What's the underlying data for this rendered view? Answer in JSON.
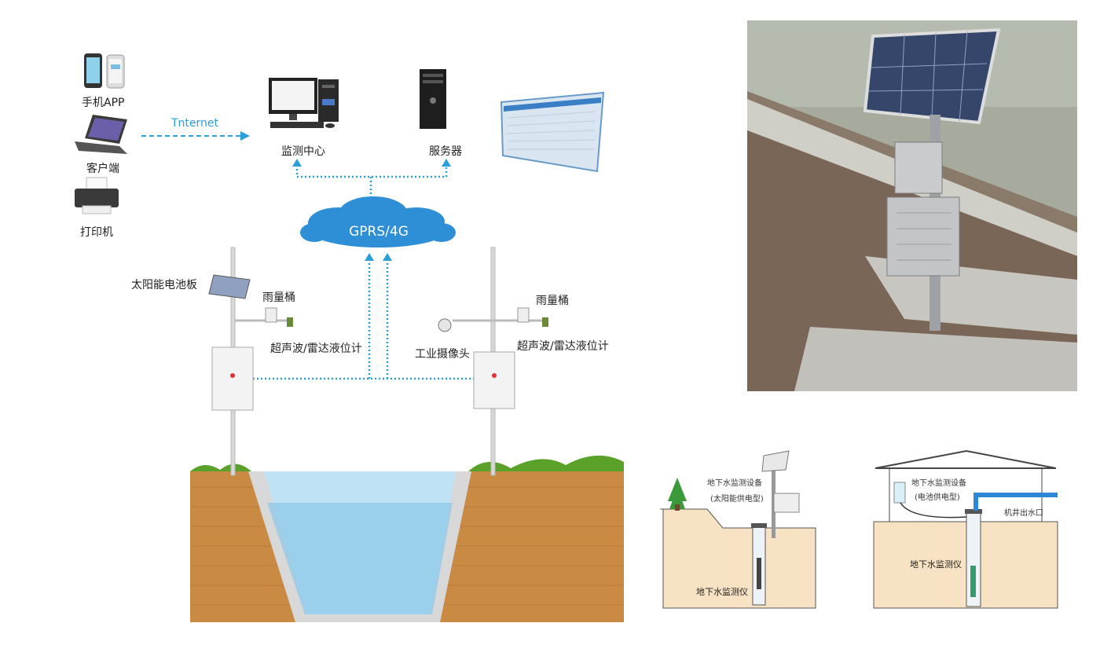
{
  "diagram": {
    "clients": {
      "phone_label": "手机APP",
      "laptop_label": "客户端",
      "printer_label": "打印机"
    },
    "internet_label": "Tnternet",
    "monitoring_center_label": "监测中心",
    "server_label": "服务器",
    "cloud_label": "GPRS/4G",
    "left_station": {
      "solar_panel_label": "太阳能电池板",
      "rain_gauge_label": "雨量桶",
      "level_meter_label": "超声波/雷达液位计"
    },
    "right_station": {
      "camera_label": "工业摄像头",
      "rain_gauge_label": "雨量桶",
      "level_meter_label": "超声波/雷达液位计"
    }
  },
  "groundwater_solar": {
    "device_label": "地下水监测设备",
    "power_type": "(太阳能供电型)",
    "sensor_label": "地下水监测仪"
  },
  "groundwater_battery": {
    "device_label": "地下水监测设备",
    "power_type": "(电池供电型)",
    "outlet_label": "机井出水口",
    "sensor_label": "地下水监测仪"
  },
  "colors": {
    "dotted_link": "#2a9fd8",
    "cloud": "#2f8fd6",
    "soil": "#c98a44",
    "water": "#bfe3f4",
    "grass": "#5aa12a",
    "ground_panel": "#f7e3c4"
  }
}
